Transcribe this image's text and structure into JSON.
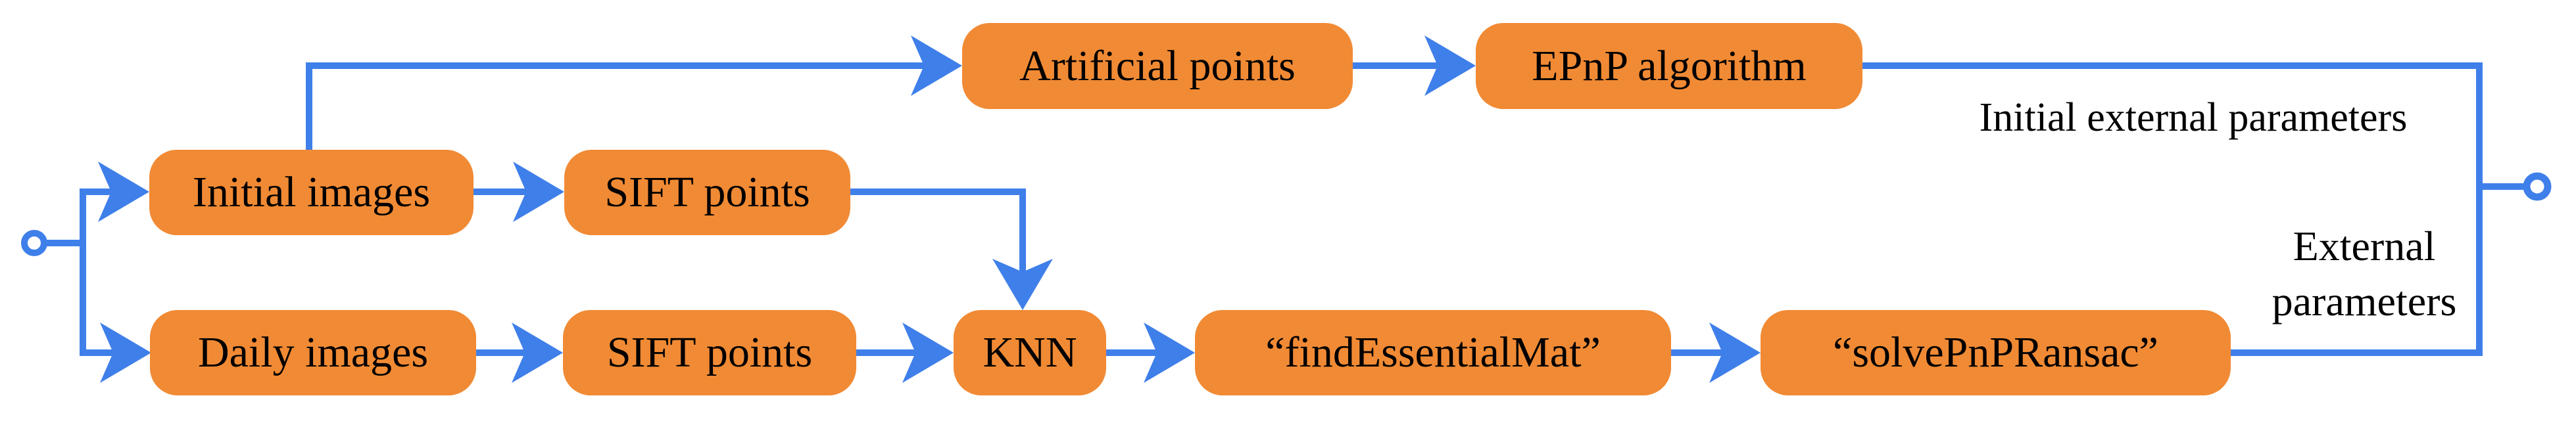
{
  "diagram": {
    "title": "Camera external parameter estimation pipeline flowchart",
    "type": "flowchart"
  },
  "colors": {
    "connector_blue": "#3F7FEA",
    "node_fill_orange": "#F18A34",
    "label_text": "#000000",
    "background": "#ffffff"
  },
  "nodes": {
    "initial_images": {
      "label": "Initial images"
    },
    "sift_points_top": {
      "label": "SIFT points"
    },
    "artificial_points": {
      "label": "Artificial points"
    },
    "epnp_algorithm": {
      "label": "EPnP algorithm"
    },
    "daily_images": {
      "label": "Daily images"
    },
    "sift_points_bottom": {
      "label": "SIFT points"
    },
    "knn": {
      "label": "KNN"
    },
    "find_essential_mat": {
      "label": "“findEssentialMat”"
    },
    "solve_pnp_ransac": {
      "label": "“solvePnPRansac”"
    }
  },
  "annotations": {
    "initial_external_parameters": "Initial external parameters",
    "external_parameters_line1": "External",
    "external_parameters_line2": "parameters"
  }
}
